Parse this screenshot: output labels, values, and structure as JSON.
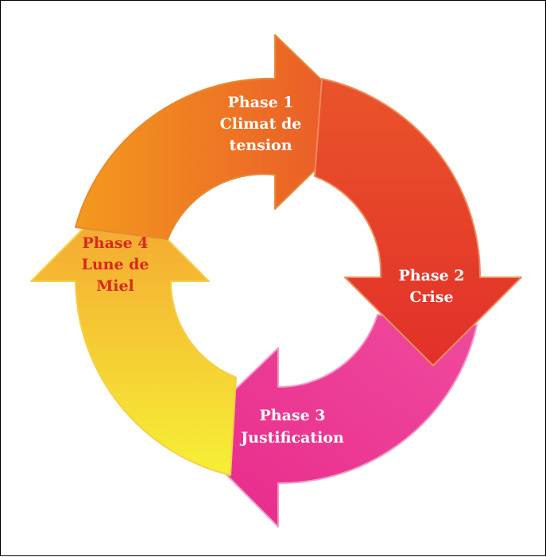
{
  "phases": [
    {
      "line1": "Phase 1",
      "line2": "Climat de",
      "line3": "tension",
      "text_color": "#ffffff",
      "fill_start": "#f39a1e",
      "fill_end": "#e9542a",
      "stroke": "#e58a34"
    },
    {
      "line1": "Phase 2",
      "line2": "Crise",
      "text_color": "#ffffff",
      "fill_start": "#e9542a",
      "fill_end": "#e2302a",
      "stroke": "#f08b5e"
    },
    {
      "line1": "Phase 3",
      "line2": "Justification",
      "text_color": "#ffffff",
      "fill_start": "#e8298a",
      "fill_end": "#ef4b9e",
      "stroke": "#f19bc6"
    },
    {
      "line1": "Phase 4",
      "line2": "Lune de",
      "line3": "Miel",
      "text_color": "#d9281f",
      "fill_start": "#f6f036",
      "fill_end": "#f4a132",
      "stroke": "#f4d04a"
    }
  ]
}
